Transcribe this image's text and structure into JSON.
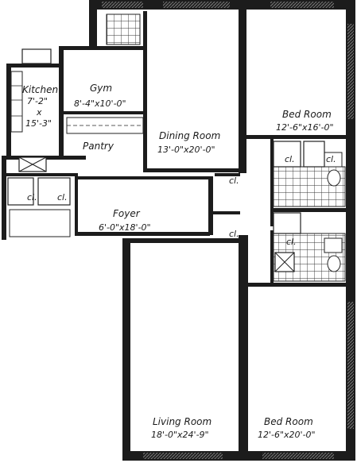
{
  "rooms": {
    "kitchen": {
      "name": "Kitchen",
      "dim1": "7'-2\"",
      "dim2": "x",
      "dim3": "15'-3\""
    },
    "gym": {
      "name": "Gym",
      "dims": "8'-4\"x10'-0\""
    },
    "pantry": {
      "name": "Pantry"
    },
    "dining": {
      "name": "Dining Room",
      "dims": "13'-0\"x20'-0\""
    },
    "bedroom1": {
      "name": "Bed Room",
      "dims": "12'-6\"x16'-0\""
    },
    "foyer": {
      "name": "Foyer",
      "dims": "6'-0\"x18'-0\""
    },
    "living": {
      "name": "Living Room",
      "dims": "18'-0\"x24'-9\""
    },
    "bedroom2": {
      "name": "Bed Room",
      "dims": "12'-6\"x20'-0\""
    }
  },
  "closet_label": "cl."
}
